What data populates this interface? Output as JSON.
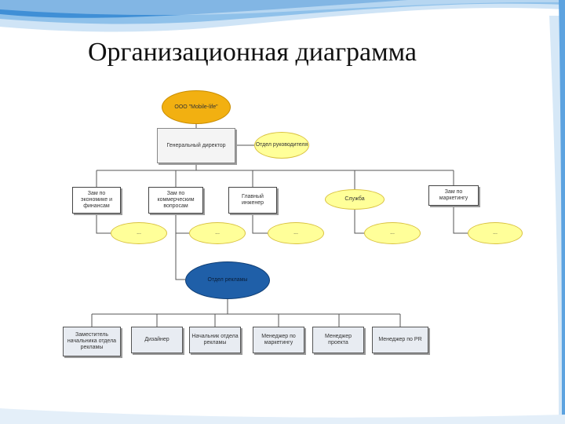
{
  "slide": {
    "title": "Организационная диаграмма"
  },
  "chart": {
    "nodes": {
      "company": "ООО \"Mobile-life\"",
      "ceo": "Генеральный директор",
      "dept": "Отдел руководителя",
      "dep_econ": "Зам по экономике и финансам",
      "dep_comm": "Зам по коммерческим вопросам",
      "chief_eng": "Главный инженер",
      "service": "Служба",
      "dep_mkt": "Зам по маркетингу",
      "y1": "...",
      "y2": "...",
      "y3": "...",
      "y4": "...",
      "y5": "...",
      "marketing": "Отдел рекламы",
      "b1": "Заместитель начальника отдела рекламы",
      "b2": "Дизайнер",
      "b3": "Начальник отдела рекламы",
      "b4": "Менеджер по маркетингу",
      "b5": "Менеджер проекта",
      "b6": "Менеджер по PR"
    }
  },
  "colors": {
    "top": "#f2b011",
    "level": "#ffff99",
    "marketing": "#1f5fa8",
    "waves": "#3f8fd6"
  }
}
